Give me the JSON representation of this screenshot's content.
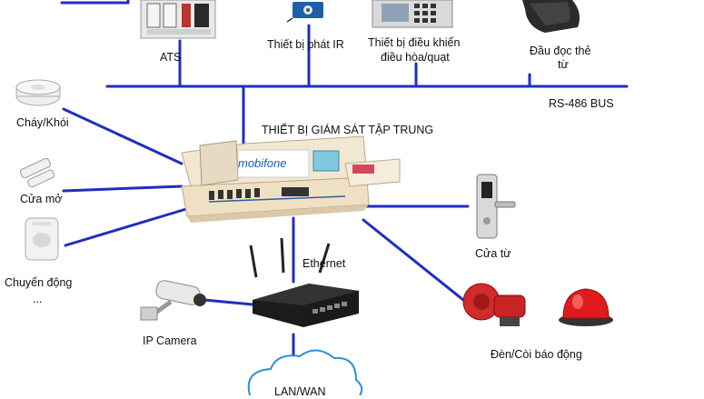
{
  "diagram": {
    "title": "THIẾT BỊ GIÁM SÁT TẬP TRUNG",
    "bus_label": "RS-486 BUS",
    "ethernet_label": "Ethernet",
    "cloud_label": "LAN/WAN",
    "brand": "mobifone",
    "nodes": {
      "ats": "ATS",
      "ir": "Thiết bị phát IR",
      "hvac_line1": "Thiết bị điều khiển",
      "hvac_line2": "điều hòa/quạt",
      "card_line1": "Đầu đọc thẻ",
      "card_line2": "từ",
      "smoke": "Cháy/Khói",
      "door_open": "Cửa mở",
      "motion": "Chuyển động",
      "more": "...",
      "magnetic_door": "Cửa từ",
      "ip_camera": "IP Camera",
      "alarm": "Đèn/Còi báo động"
    },
    "colors": {
      "link": "#1f2fbf",
      "bus": "#1f2fbf",
      "cloud": "#2a8fd8",
      "brand": "#1a5fb4"
    }
  }
}
